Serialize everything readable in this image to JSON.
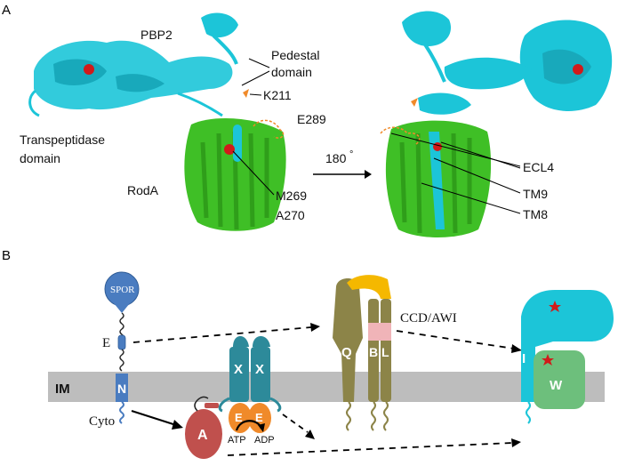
{
  "panel_a": {
    "letter": "A",
    "pbp2": "PBP2",
    "pedestal_line1": "Pedestal",
    "pedestal_line2": "domain",
    "k211": "K211",
    "e289": "E289",
    "transpeptidase_line1": "Transpeptidase",
    "transpeptidase_line2": "domain",
    "roda": "RodA",
    "m269": "M269",
    "a270": "A270",
    "rotation": "180",
    "degree": "°",
    "ecl4": "ECL4",
    "tm9": "TM9",
    "tm8": "TM8"
  },
  "panel_b": {
    "letter": "B",
    "spor": "SPOR",
    "e": "E",
    "n": "N",
    "cyto": "Cyto",
    "im": "IM",
    "x1": "X",
    "x2": "X",
    "e_left": "E",
    "e_right": "E",
    "atp": "ATP",
    "adp": "ADP",
    "a": "A",
    "q": "Q",
    "b": "B",
    "l": "L",
    "ccd": "CCD/AWI",
    "i": "I",
    "w": "W"
  },
  "colors": {
    "cyan": "#1cc5d8",
    "green": "#3fbf26",
    "red": "#d11a1a",
    "orange": "#f08a2a",
    "membrane": "#bdbdbd",
    "steel_blue": "#4a7cc0",
    "teal": "#2d8a9a",
    "olive": "#8c8448",
    "pink": "#f0b4b8",
    "gold": "#f5b800",
    "brick": "#c0504d",
    "light_green": "#6dbf7c"
  }
}
